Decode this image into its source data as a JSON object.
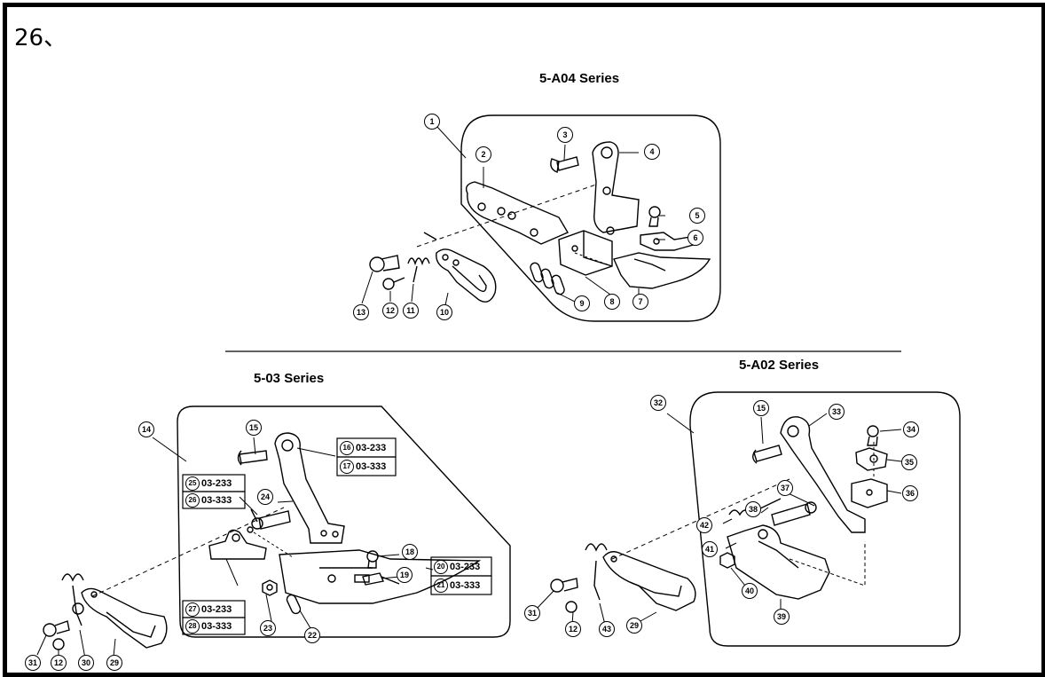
{
  "page_number": "26、",
  "titles": {
    "a04": "5-A04 Series",
    "s03": "5-03 Series",
    "a02": "5-A02 Series"
  },
  "parts": {
    "p1": "1",
    "p2": "2",
    "p3": "3",
    "p4": "4",
    "p5": "5",
    "p6": "6",
    "p7": "7",
    "p8": "8",
    "p9": "9",
    "p10": "10",
    "p11": "11",
    "p12": "12",
    "p13": "13",
    "p14": "14",
    "p15": "15",
    "p16": "16",
    "p17": "17",
    "p18": "18",
    "p19": "19",
    "p20": "20",
    "p21": "21",
    "p22": "22",
    "p23": "23",
    "p24": "24",
    "p25": "25",
    "p26": "26",
    "p27": "27",
    "p28": "28",
    "p29": "29",
    "p30": "30",
    "p31": "31",
    "p32": "32",
    "p33": "33",
    "p34": "34",
    "p35": "35",
    "p36": "36",
    "p37": "37",
    "p38": "38",
    "p39": "39",
    "p40": "40",
    "p41": "41",
    "p42": "42",
    "p43": "43"
  },
  "codes": {
    "c233": "03-233",
    "c333": "03-333"
  }
}
